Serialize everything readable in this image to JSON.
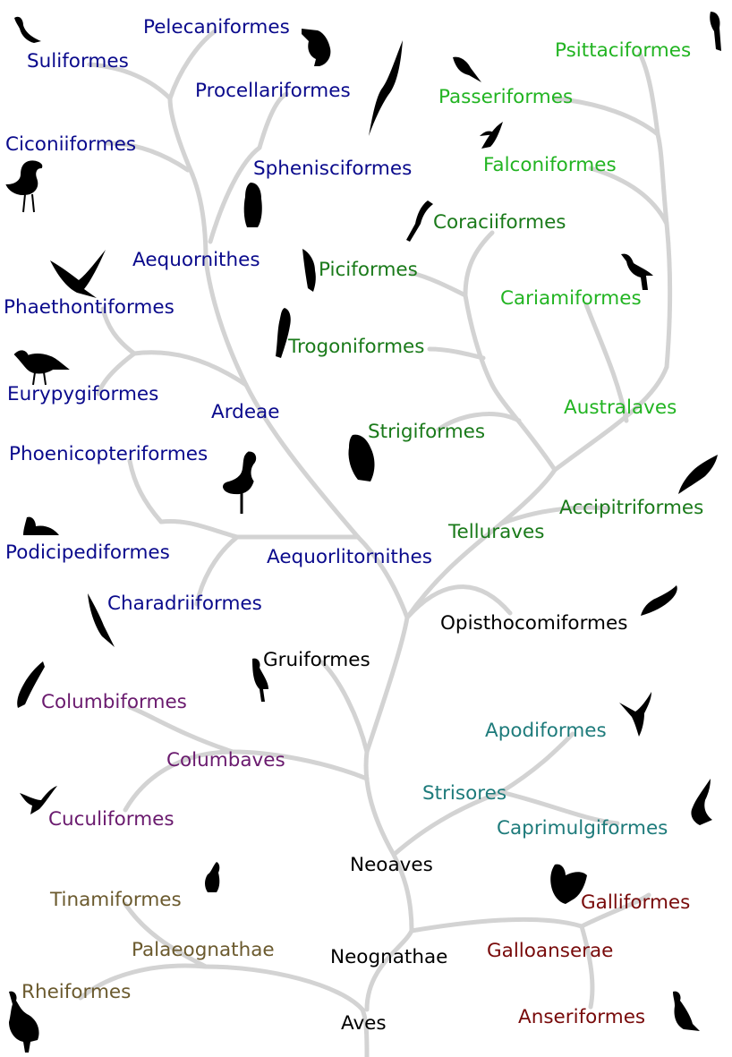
{
  "colors": {
    "aequornithes": "#0a0a8c",
    "telluraves": "#1a7a1a",
    "australaves": "#22b422",
    "strisores": "#1e7b7b",
    "columbaves": "#6a1a6e",
    "galloanserae": "#780a0a",
    "palaeognathae": "#6b5a2e",
    "core": "#000000",
    "branch": "#d3d3d3"
  },
  "labels": {
    "aves": "Aves",
    "neognathae": "Neognathae",
    "palaeognathae": "Palaeognathae",
    "rheiformes": "Rheiformes",
    "tinamiformes": "Tinamiformes",
    "galloanserae": "Galloanserae",
    "anseriformes": "Anseriformes",
    "galliformes": "Galliformes",
    "neoaves": "Neoaves",
    "strisores": "Strisores",
    "caprimulgiformes": "Caprimulgiformes",
    "apodiformes": "Apodiformes",
    "columbaves": "Columbaves",
    "cuculiformes": "Cuculiformes",
    "columbiformes": "Columbiformes",
    "gruiformes": "Gruiformes",
    "opisthocomiformes": "Opisthocomiformes",
    "aequorlitornithes": "Aequorlitornithes",
    "telluraves": "Telluraves",
    "accipitriformes": "Accipitriformes",
    "australaves": "Australaves",
    "cariamiformes": "Cariamiformes",
    "falconiformes": "Falconiformes",
    "passeriformes": "Passeriformes",
    "psittaciformes": "Psittaciformes",
    "strigiformes": "Strigiformes",
    "trogoniformes": "Trogoniformes",
    "piciformes": "Piciformes",
    "coraciiformes": "Coraciiformes",
    "charadriiformes": "Charadriiformes",
    "podicipediformes": "Podicipediformes",
    "phoenicopteriformes": "Phoenicopteriformes",
    "ardeae": "Ardeae",
    "eurypygiformes": "Eurypygiformes",
    "phaethontiformes": "Phaethontiformes",
    "aequornithes": "Aequornithes",
    "ciconiiformes": "Ciconiiformes",
    "suliformes": "Suliformes",
    "pelecaniformes": "Pelecaniformes",
    "procellariformes": "Procellariformes",
    "sphenisciformes": "Sphenisciformes"
  }
}
